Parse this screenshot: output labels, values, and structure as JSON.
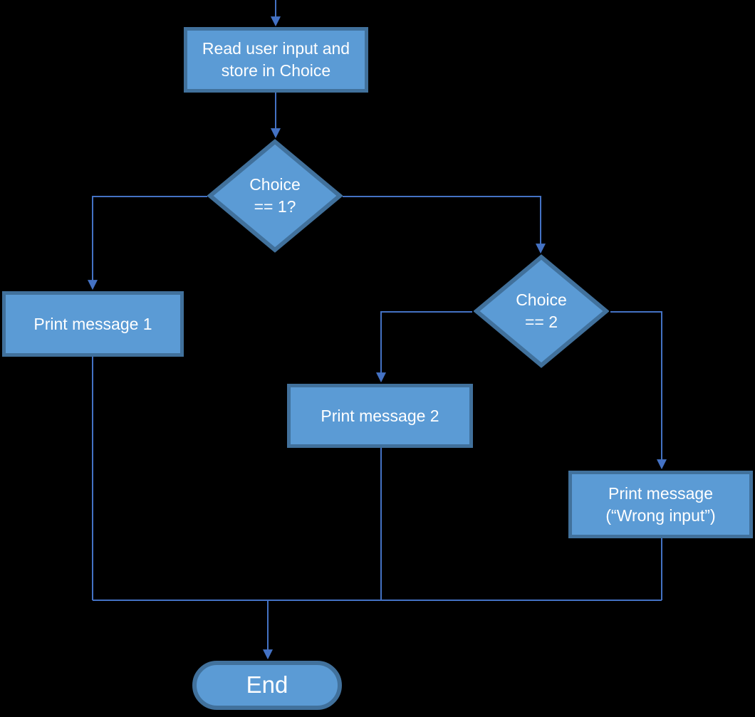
{
  "flowchart": {
    "colors": {
      "background": "#000000",
      "shape_fill": "#5B9BD5",
      "shape_border": "#41719C",
      "connector": "#4472C4",
      "text": "#FFFFFF"
    },
    "nodes": {
      "read_input": {
        "type": "process",
        "line1": "Read user input and",
        "line2": "store in Choice"
      },
      "choice1": {
        "type": "decision",
        "line1": "Choice",
        "line2": "== 1?"
      },
      "print1": {
        "type": "process",
        "line1": "Print message 1"
      },
      "choice2": {
        "type": "decision",
        "line1": "Choice",
        "line2": "== 2"
      },
      "print2": {
        "type": "process",
        "line1": "Print message 2"
      },
      "print_wrong": {
        "type": "process",
        "line1": "Print message",
        "line2": "(“Wrong input”)"
      },
      "end": {
        "type": "terminator",
        "line1": "End"
      }
    },
    "edges": [
      {
        "from": "start",
        "to": "read_input"
      },
      {
        "from": "read_input",
        "to": "choice1"
      },
      {
        "from": "choice1",
        "to": "print1"
      },
      {
        "from": "choice1",
        "to": "choice2"
      },
      {
        "from": "choice2",
        "to": "print2"
      },
      {
        "from": "choice2",
        "to": "print_wrong"
      },
      {
        "from": "print1",
        "to": "end"
      },
      {
        "from": "print2",
        "to": "end"
      },
      {
        "from": "print_wrong",
        "to": "end"
      }
    ]
  }
}
